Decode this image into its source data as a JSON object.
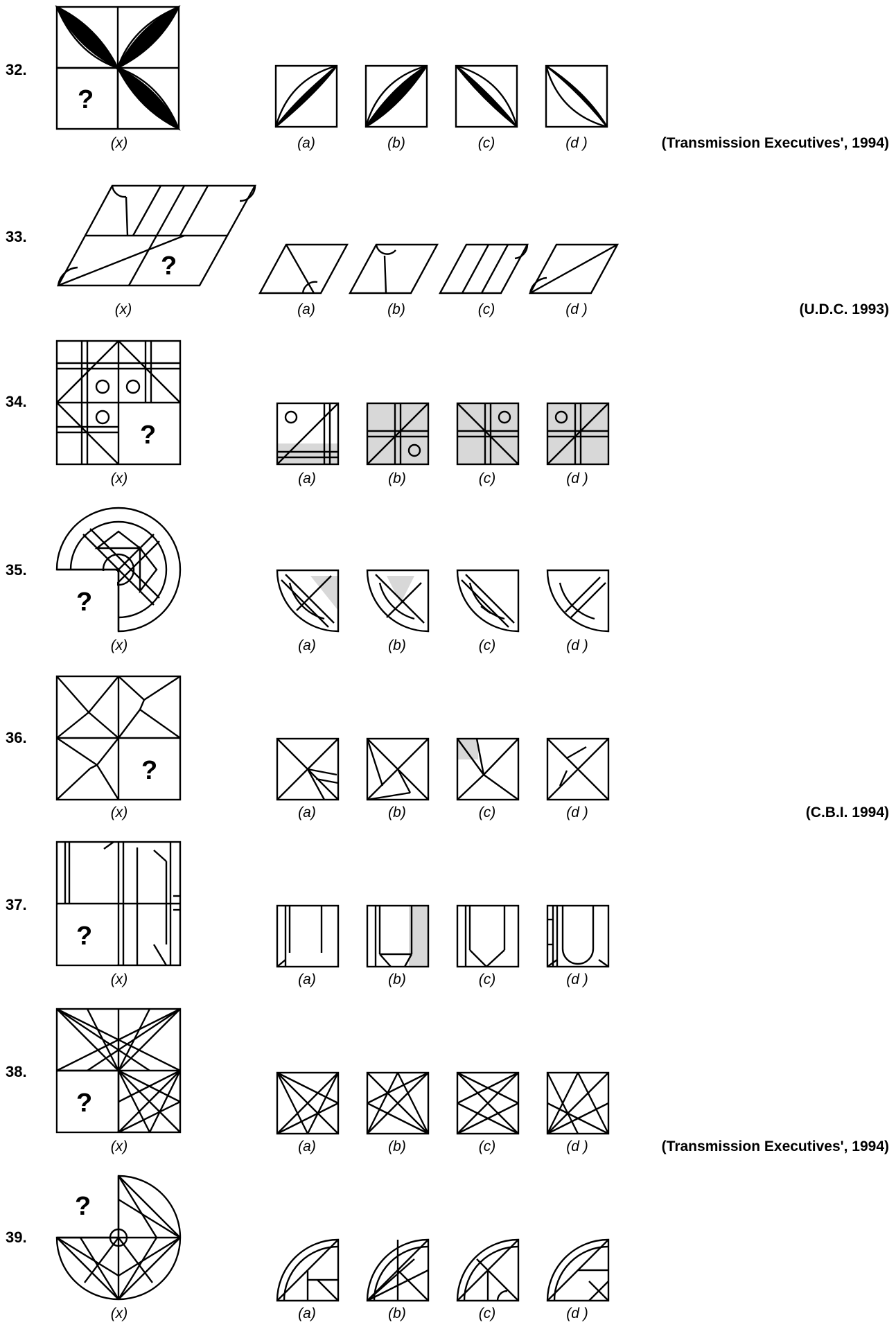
{
  "questions": [
    {
      "number": "32.",
      "x_label": "(x)",
      "options": [
        "(a)",
        "(b)",
        "(c)",
        "(d )"
      ],
      "source": "(Transmission Executives', 1994)"
    },
    {
      "number": "33.",
      "x_label": "(x)",
      "options": [
        "(a)",
        "(b)",
        "(c)",
        "(d )"
      ],
      "source": "(U.D.C. 1993)"
    },
    {
      "number": "34.",
      "x_label": "(x)",
      "options": [
        "(a)",
        "(b)",
        "(c)",
        "(d )"
      ],
      "source": ""
    },
    {
      "number": "35.",
      "x_label": "(x)",
      "options": [
        "(a)",
        "(b)",
        "(c)",
        "(d )"
      ],
      "source": ""
    },
    {
      "number": "36.",
      "x_label": "(x)",
      "options": [
        "(a)",
        "(b)",
        "(c)",
        "(d )"
      ],
      "source": "(C.B.I. 1994)"
    },
    {
      "number": "37.",
      "x_label": "(x)",
      "options": [
        "(a)",
        "(b)",
        "(c)",
        "(d )"
      ],
      "source": ""
    },
    {
      "number": "38.",
      "x_label": "(x)",
      "options": [
        "(a)",
        "(b)",
        "(c)",
        "(d )"
      ],
      "source": "(Transmission Executives', 1994)"
    },
    {
      "number": "39.",
      "x_label": "(x)",
      "options": [
        "(a)",
        "(b)",
        "(c)",
        "(d )"
      ],
      "source": ""
    }
  ],
  "question_mark": "?"
}
